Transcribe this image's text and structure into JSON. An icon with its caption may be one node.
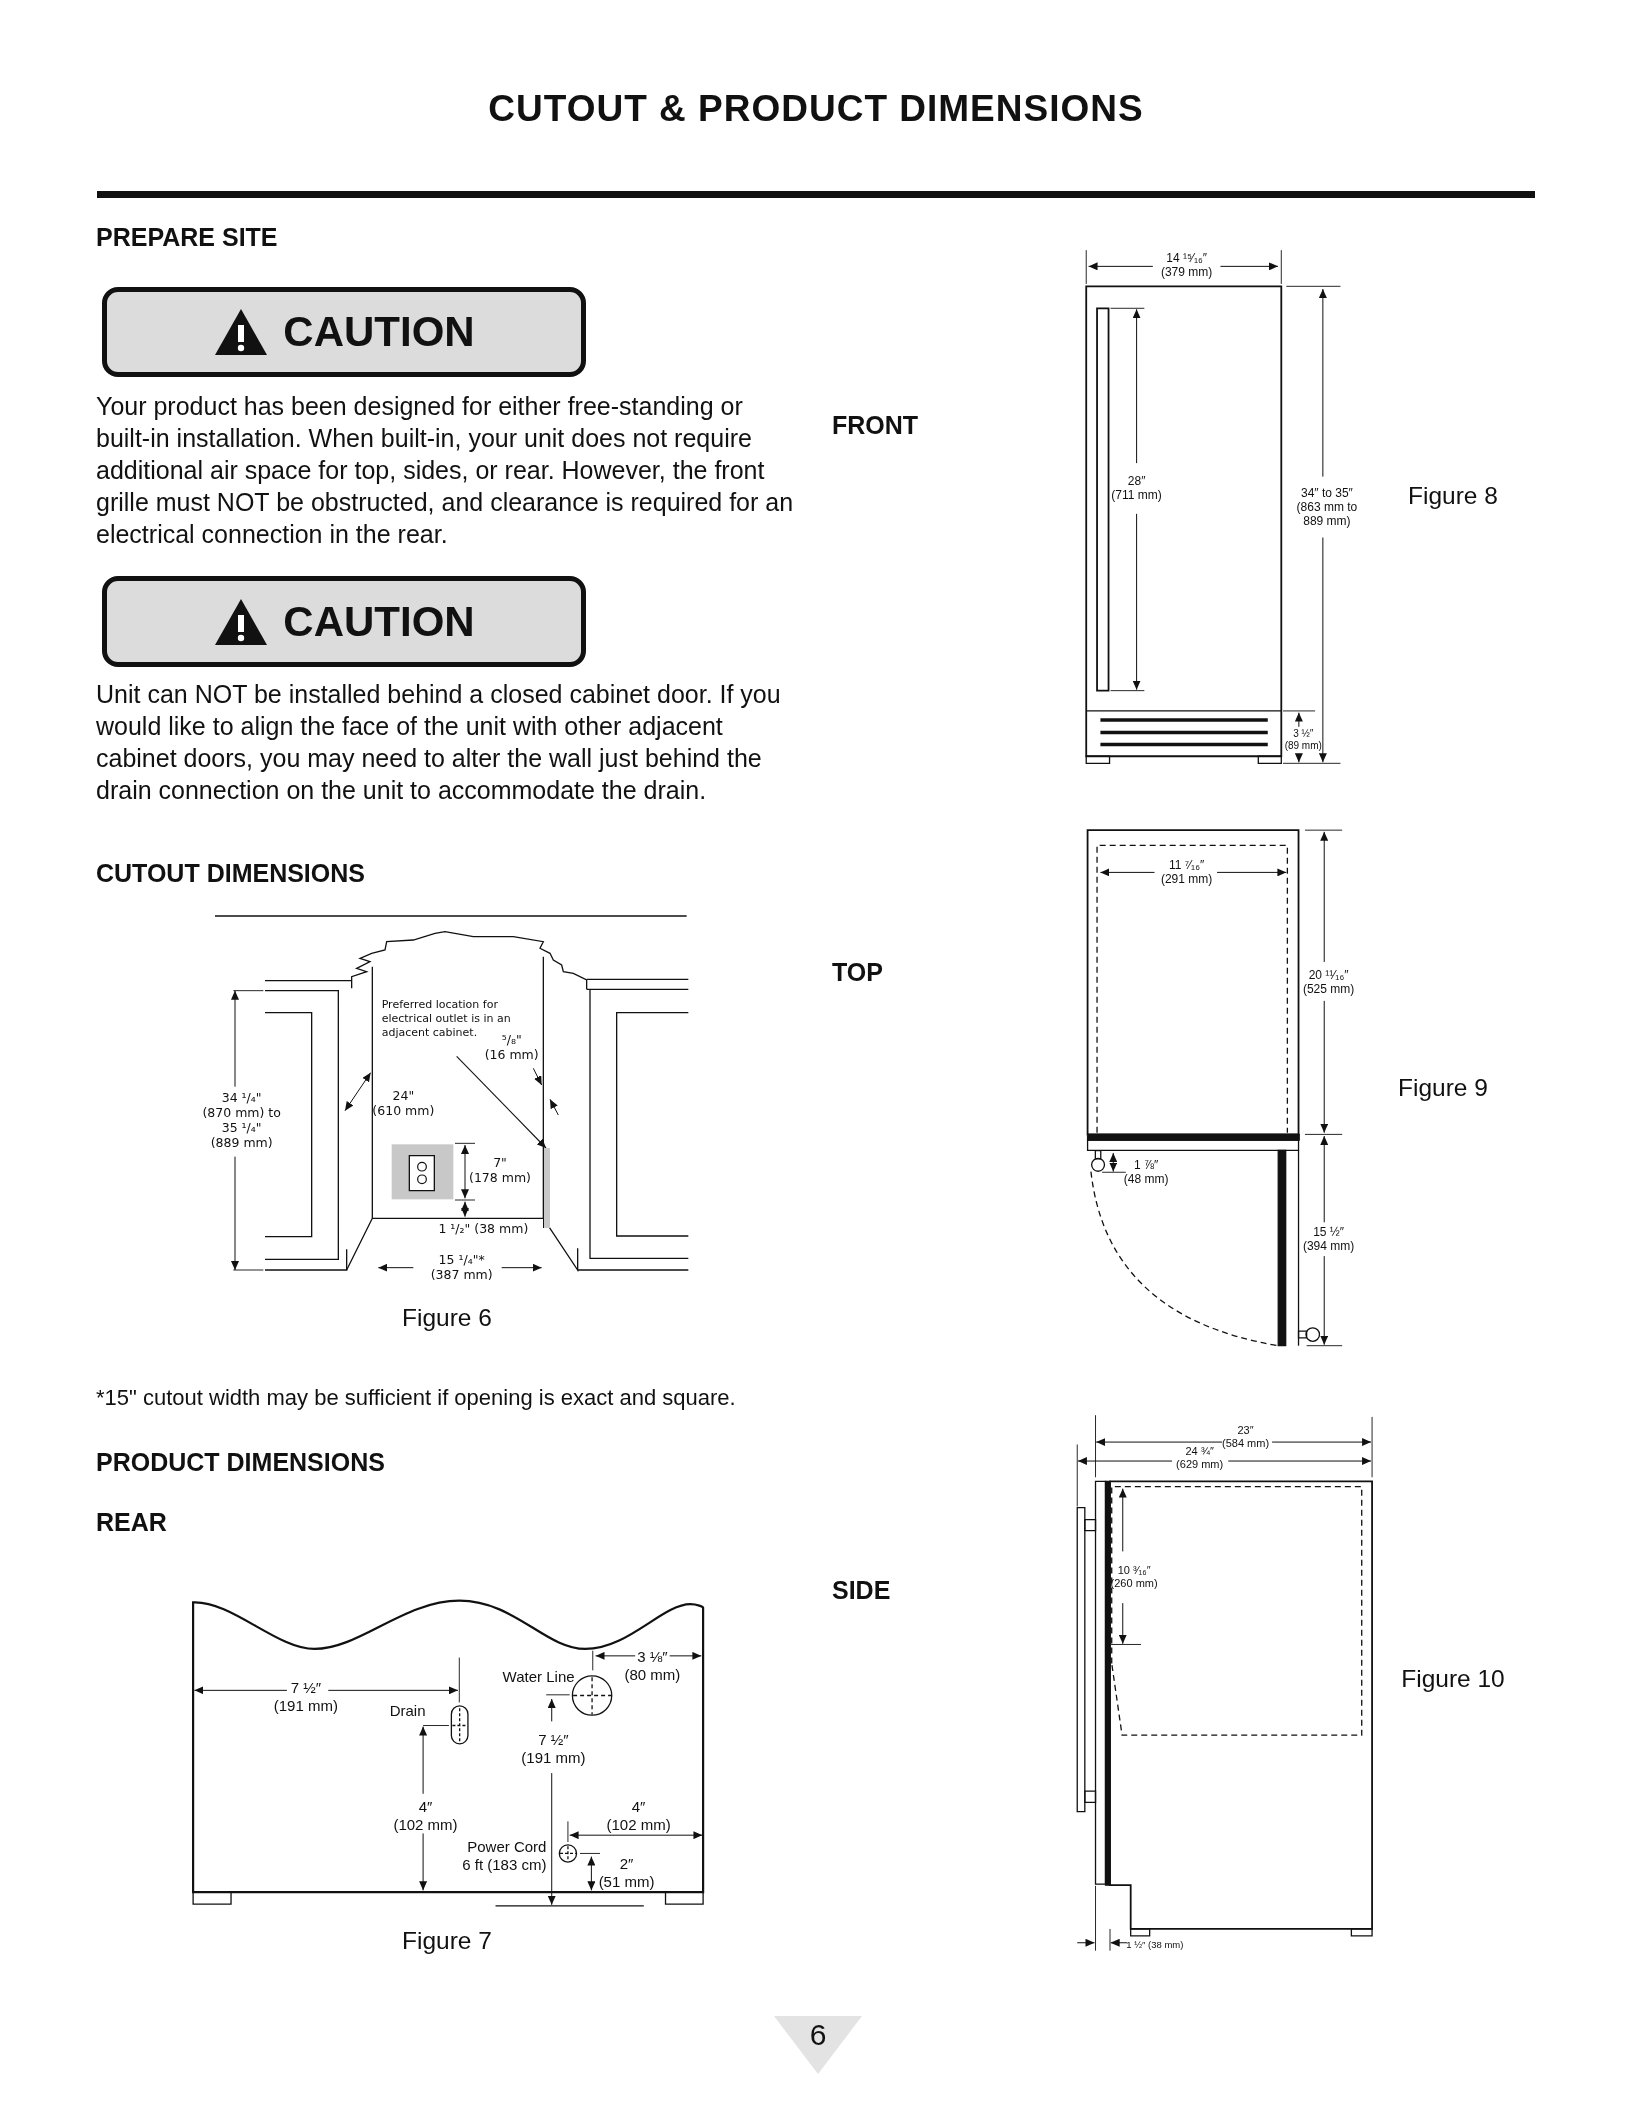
{
  "diagram": {
    "title": "CUTOUT & PRODUCT DIMENSIONS",
    "nodes": [
      {
        "text": [
          "CAUTION"
        ]
      },
      {
        "text": [
          "CAUTION"
        ]
      },
      {
        "text": [
          "Preferred location for electrical outlet is in an adjacent cabinet."
        ]
      },
      {
        "text": [],
        "shape": "box"
      }
    ],
    "edges": [
      {
        "from": 2,
        "to": 3,
        "arrow": "to"
      }
    ],
    "labels": [
      "PREPARE SITE",
      "Your product has been designed for either free-standing or built-in installation. When built-in, your unit does not require additional air space for top, sides, or rear. However, the front grille must NOT be obstructed, and clearance is required for an electrical connection in the rear.",
      "Unit can NOT be installed behind a closed cabinet door. If you would like to align the face of the unit with other adjacent cabinet doors, you may need to alter the wall just behind the drain connection on the unit to accommodate the drain.",
      "CUTOUT DIMENSIONS",
      "34 ¹/₄\" (870 mm) to 35 ¹/₄\" (889 mm)",
      "24\" (610 mm)",
      "⁵/₈\" (16 mm)",
      "7\" (178 mm)",
      "1 ¹/₂\" (38 mm)",
      "15 ¹/₄\"* (387 mm)",
      "Figure 6",
      "*15\" cutout width may be sufficient if opening is exact and square.",
      "PRODUCT DIMENSIONS",
      "REAR",
      "7 ½″ (191 mm)",
      "Drain",
      "Water Line",
      "3 ⅛″ (80 mm)",
      "7 ½″ (191 mm)",
      "4″ (102 mm)",
      "4″ (102 mm)",
      "Power Cord 6 ft (183 cm)",
      "2″ (51 mm)",
      "Figure 7",
      "FRONT",
      "14 ¹⁵⁄₁₆″ (379 mm)",
      "28″ (711 mm)",
      "34″ to 35″ (863 mm to 889 mm)",
      "3 ½″ (89 mm)",
      "Figure 8",
      "TOP",
      "11 ⁷⁄₁₆″ (291 mm)",
      "20 ¹¹⁄₁₆″ (525 mm)",
      "1 ⅞″ (48 mm)",
      "15 ½″ (394 mm)",
      "Figure 9",
      "SIDE",
      "23″ (584 mm)",
      "24 ¾″ (629 mm)",
      "10 ³⁄₁₆″ (260 mm)",
      "1 ½″ (38 mm)",
      "Figure 10",
      "6"
    ]
  }
}
